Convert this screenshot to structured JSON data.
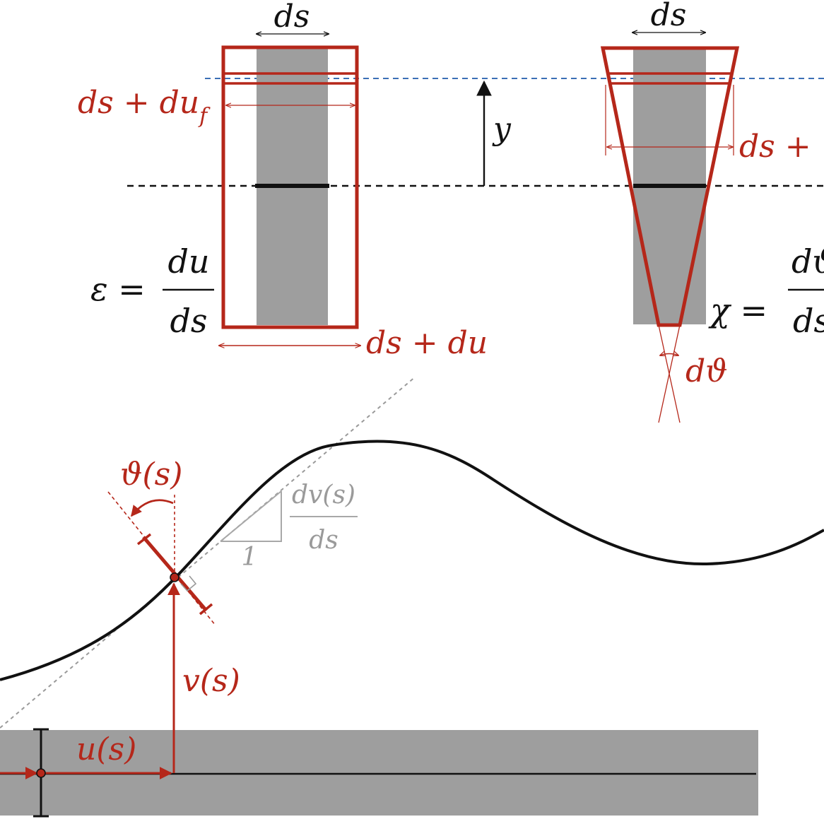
{
  "labels": {
    "ds_left": "ds",
    "ds_right": "ds",
    "ds_plus_duf": "ds + du",
    "duf_subscript": "f",
    "ds_plus_du": "ds + du",
    "ds_plus_right": "ds +",
    "y": "y",
    "epsilon_lhs": "ε =",
    "epsilon_num": "du",
    "epsilon_den": "ds",
    "chi_lhs": "χ =",
    "chi_num": "dϑ",
    "chi_den": "ds",
    "dtheta": "dϑ",
    "theta_s": "ϑ(s)",
    "dv_num": "dv(s)",
    "dv_den": "ds",
    "slope_one": "1",
    "v_s": "v(s)",
    "u_s": "u(s)"
  },
  "colors": {
    "red": "#b5271a",
    "gray_fill": "#9e9e9e",
    "light_gray": "#a8a8a8",
    "blue_dash": "#3b6fb6",
    "black": "#111111"
  }
}
